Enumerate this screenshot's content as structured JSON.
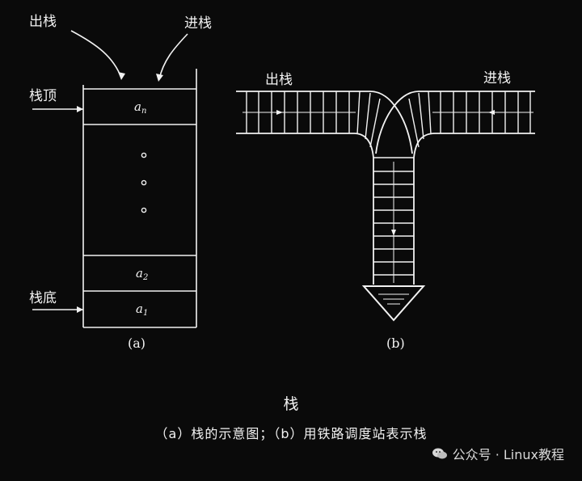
{
  "panel_a": {
    "label_out": "出栈",
    "label_in": "进栈",
    "label_top": "栈顶",
    "label_bottom": "栈底",
    "cell_top": "a",
    "cell_top_index": "n",
    "cell_2": "a",
    "cell_2_index": "2",
    "cell_1": "a",
    "cell_1_index": "1",
    "sub_label": "(a)"
  },
  "panel_b": {
    "label_out": "出栈",
    "label_in": "进栈",
    "sub_label": "(b)"
  },
  "figure_title": "栈",
  "caption": "（a）栈的示意图；（b）用铁路调度站表示栈",
  "watermark": "公众号 · Linux教程"
}
